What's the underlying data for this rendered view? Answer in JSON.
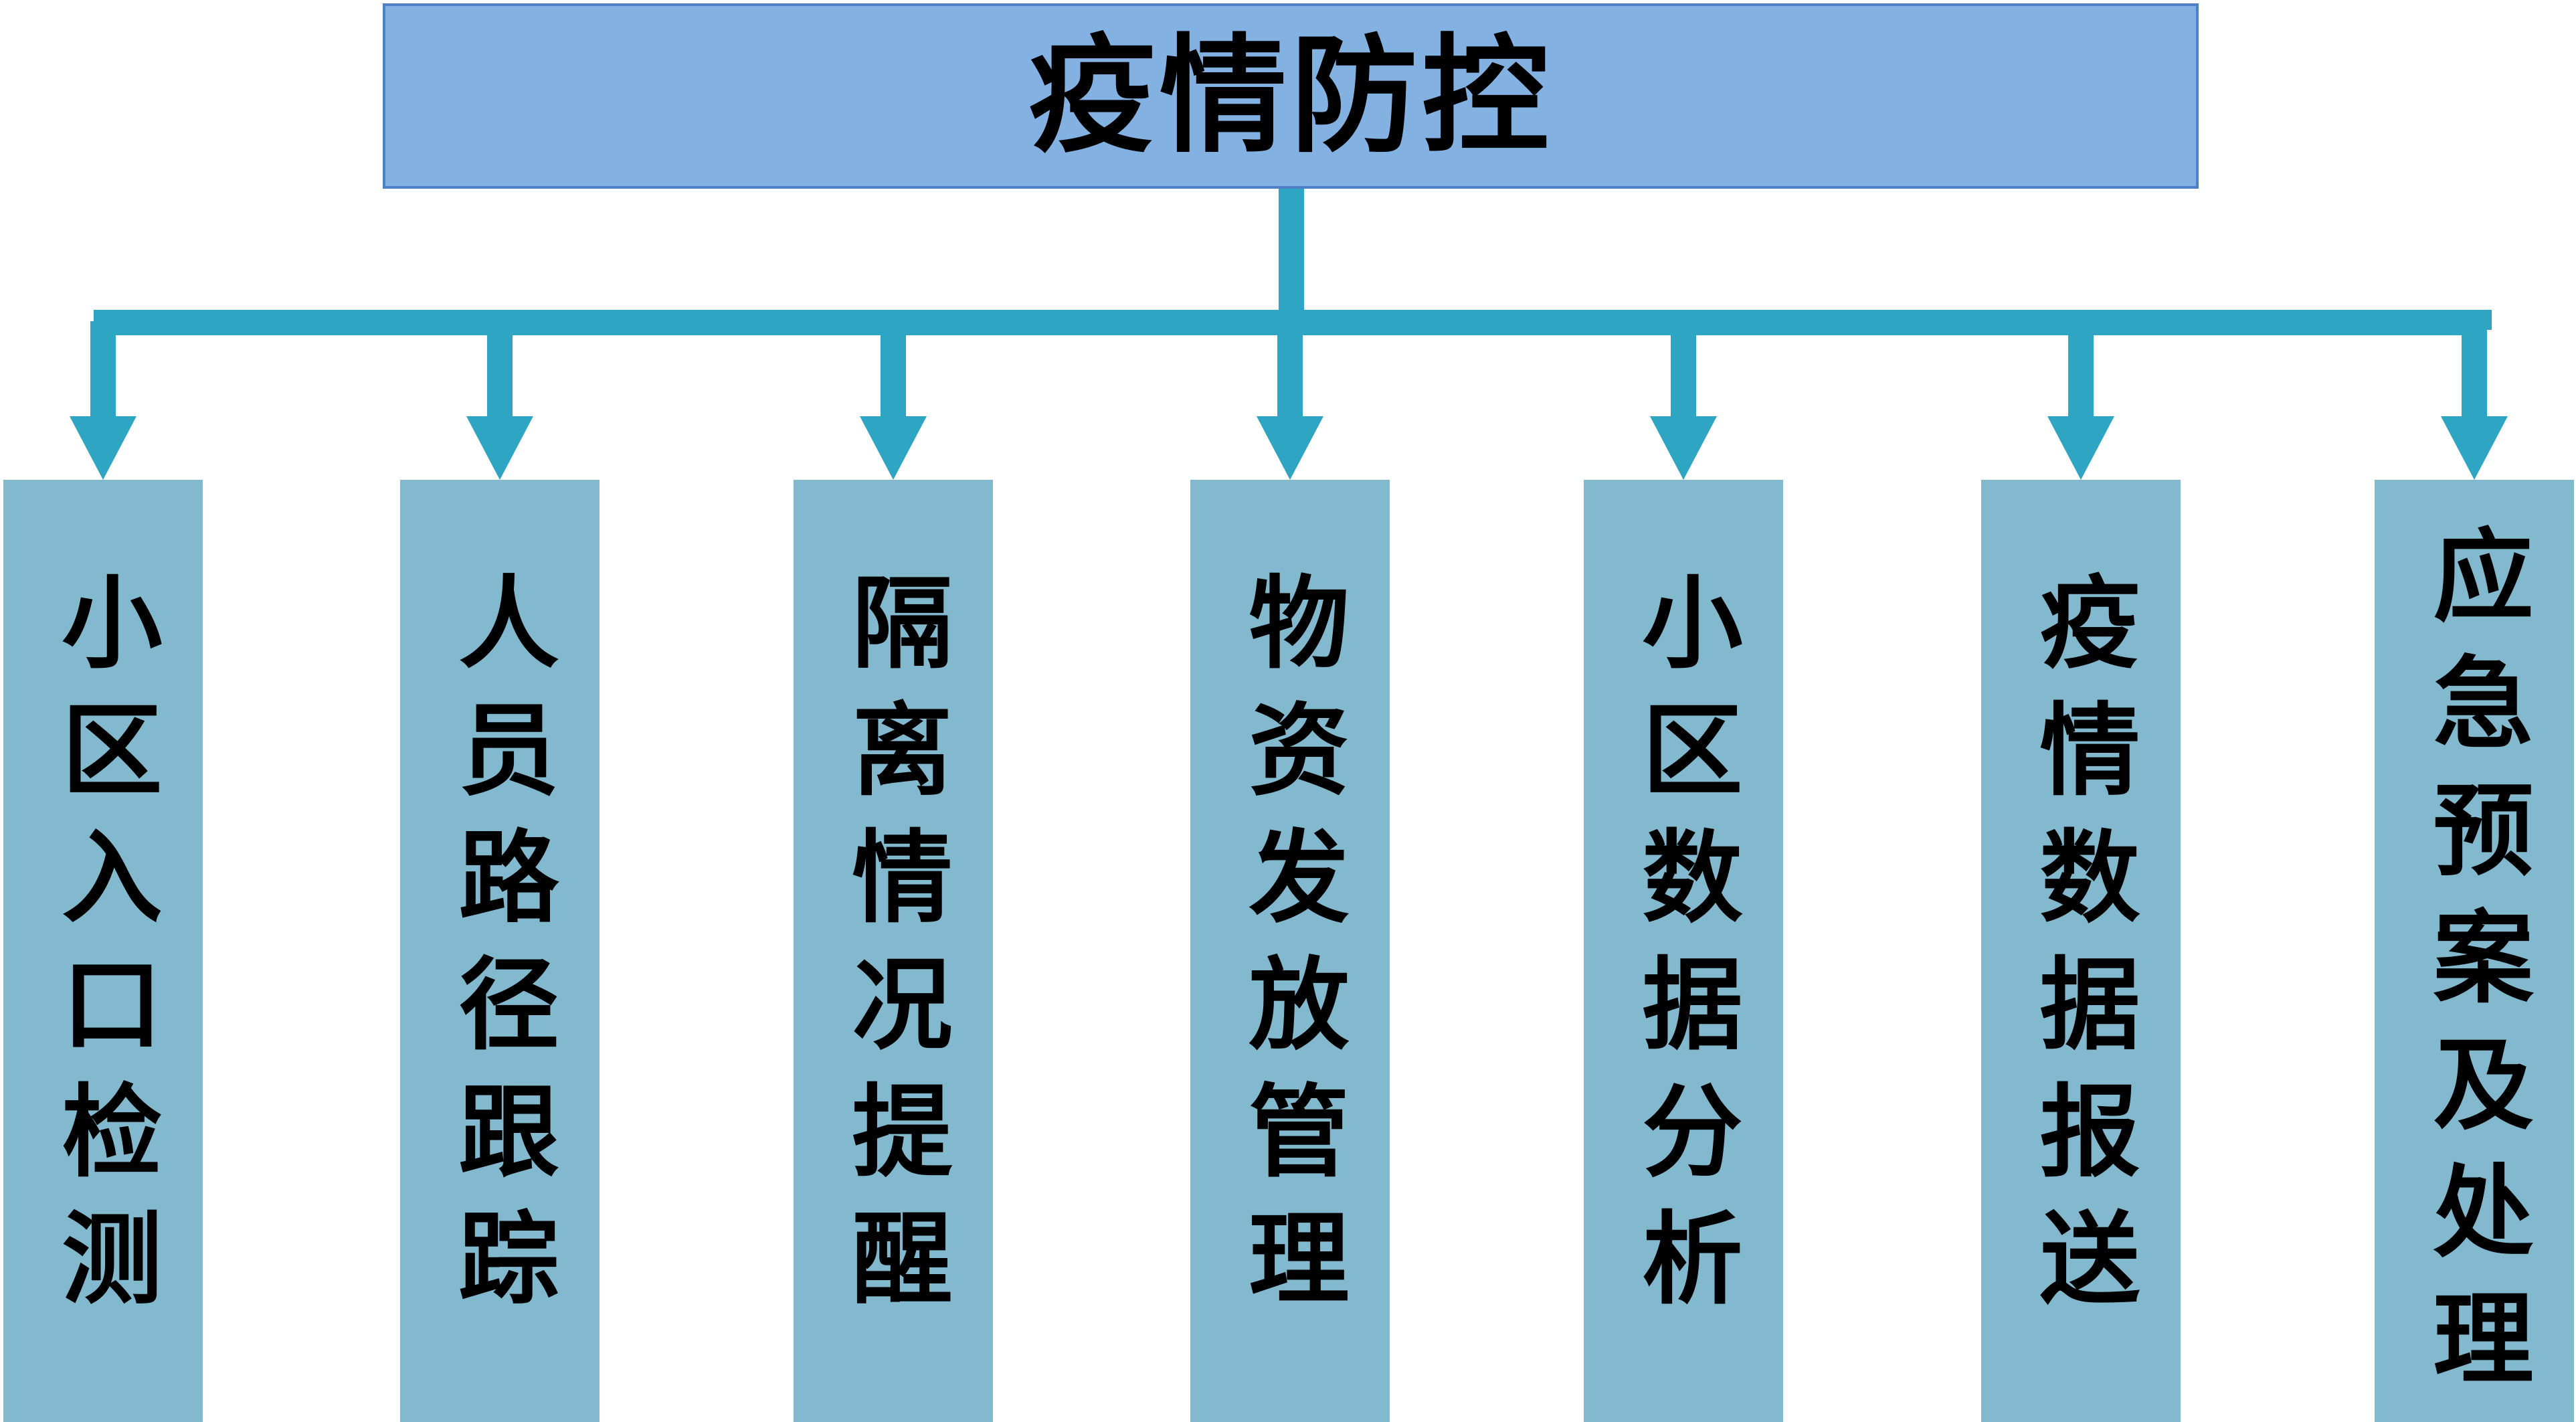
{
  "root": {
    "label": "疫情防控"
  },
  "children": [
    {
      "label": "小区入口检测"
    },
    {
      "label": "人员路径跟踪"
    },
    {
      "label": "隔离情况提醒"
    },
    {
      "label": "物资发放管理"
    },
    {
      "label": "小区数据分析"
    },
    {
      "label": "疫情数据报送"
    },
    {
      "label": "应急预案及处理"
    }
  ],
  "colors": {
    "root_fill": "#82b1e2",
    "root_border": "#4f7fc4",
    "child_fill": "#82b9cf",
    "connector": "#2ea5c3"
  }
}
